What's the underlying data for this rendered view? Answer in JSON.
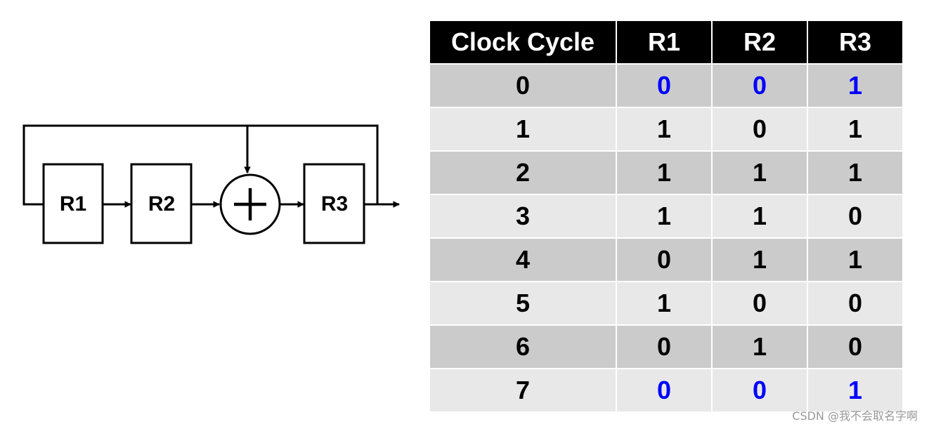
{
  "diagram": {
    "registers": [
      "R1",
      "R2",
      "R3"
    ]
  },
  "table": {
    "headers": [
      "Clock Cycle",
      "R1",
      "R2",
      "R3"
    ],
    "rows": [
      {
        "cycle": "0",
        "r1": "0",
        "r2": "0",
        "r3": "1",
        "highlight": true
      },
      {
        "cycle": "1",
        "r1": "1",
        "r2": "0",
        "r3": "1",
        "highlight": false
      },
      {
        "cycle": "2",
        "r1": "1",
        "r2": "1",
        "r3": "1",
        "highlight": false
      },
      {
        "cycle": "3",
        "r1": "1",
        "r2": "1",
        "r3": "0",
        "highlight": false
      },
      {
        "cycle": "4",
        "r1": "0",
        "r2": "1",
        "r3": "1",
        "highlight": false
      },
      {
        "cycle": "5",
        "r1": "1",
        "r2": "0",
        "r3": "0",
        "highlight": false
      },
      {
        "cycle": "6",
        "r1": "0",
        "r2": "1",
        "r3": "0",
        "highlight": false
      },
      {
        "cycle": "7",
        "r1": "0",
        "r2": "0",
        "r3": "1",
        "highlight": true
      }
    ],
    "highlight_color": "#0000ff",
    "header_bg": "#000000",
    "row_dark_bg": "#cbcbcb",
    "row_light_bg": "#e8e8e8"
  },
  "watermark": "CSDN @我不会取名字啊"
}
